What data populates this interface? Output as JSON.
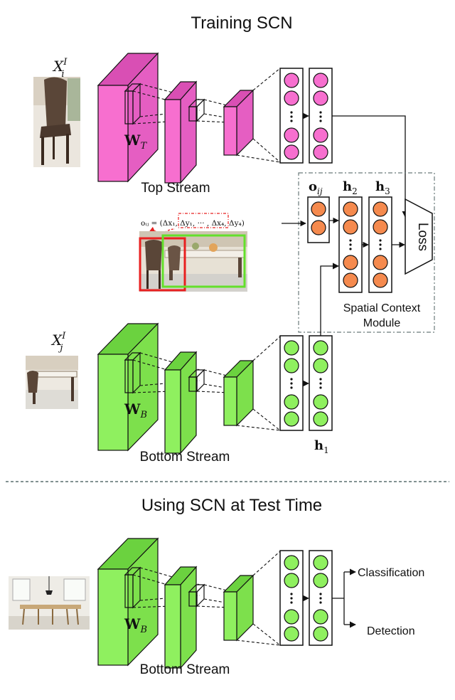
{
  "titles": {
    "training": "Training SCN",
    "test": "Using SCN at Test Time"
  },
  "labels": {
    "top_stream": "Top Stream",
    "bottom_stream": "Bottom Stream",
    "bottom_stream_test": "Bottom Stream",
    "spatial_context_1": "Spatial Context",
    "spatial_context_2": "Module",
    "loss": "Loss",
    "classification": "Classification",
    "detection": "Detection"
  },
  "math": {
    "xi_base": "X",
    "xi_sub": "i",
    "xi_sup": "I",
    "xj_base": "X",
    "xj_sub": "j",
    "xj_sup": "I",
    "wt_base": "W",
    "wt_sub": "T",
    "wb_base": "W",
    "wb_sub": "B",
    "wb_test_base": "W",
    "wb_test_sub": "B",
    "oij_base": "o",
    "oij_sub": "ij",
    "h1_base": "h",
    "h1_sub": "1",
    "h2_base": "h",
    "h2_sub": "2",
    "h3_base": "h",
    "h3_sub": "3",
    "formula": "oᵢⱼ = (Δx₁, Δy₁, ··· , Δx₄, Δy₄)"
  },
  "colors": {
    "pink": "#f76fcf",
    "pink_dark": "#d94fb4",
    "green": "#8ff05f",
    "green_dark": "#6bd23f",
    "orange": "#f58a4e",
    "red_box": "#e82020",
    "green_box": "#63e02b"
  },
  "icons": {
    "chair_photo": "chair-photo-icon",
    "room_photo": "dining-room-photo-icon",
    "table_photo": "table-photo-icon",
    "test_room_photo": "test-room-photo-icon"
  }
}
